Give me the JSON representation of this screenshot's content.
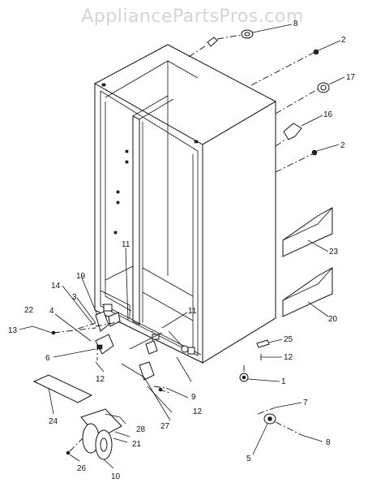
{
  "watermark": "AppliancePartsPros.com",
  "callouts": {
    "c1": "1",
    "c2a": "2",
    "c2b": "2",
    "c3": "3",
    "c4": "4",
    "c5": "5",
    "c6": "6",
    "c7": "7",
    "c8a": "8",
    "c8b": "8",
    "c9": "9",
    "c10": "10",
    "c11a": "11",
    "c11b": "11",
    "c12a": "12",
    "c12b": "12",
    "c12c": "12",
    "c13": "13",
    "c14": "14",
    "c16": "16",
    "c17": "17",
    "c19": "19",
    "c20": "20",
    "c21": "21",
    "c22": "22",
    "c23": "23",
    "c24": "24",
    "c25": "25",
    "c26": "26",
    "c27": "27",
    "c28": "28"
  }
}
